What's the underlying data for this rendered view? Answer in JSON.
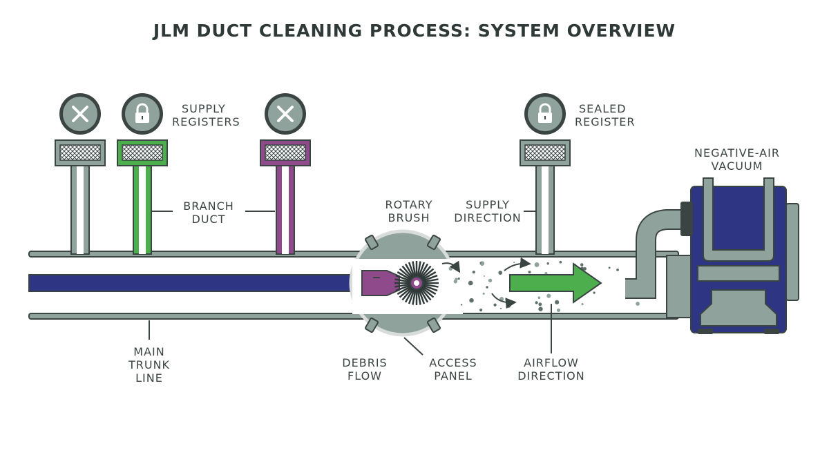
{
  "title": "JLM DUCT CLEANING PROCESS: SYSTEM OVERVIEW",
  "labels": {
    "supply_registers": [
      "SUPPLY",
      "REGISTERS"
    ],
    "sealed_register": [
      "SEALED",
      "REGISTER"
    ],
    "negative_air_vacuum": [
      "NEGATIVE-AIR",
      "VACUUM"
    ],
    "branch_duct": [
      "BRANCH",
      "DUCT"
    ],
    "rotary_brush": [
      "ROTARY",
      "BRUSH"
    ],
    "supply_direction": [
      "SUPPLY",
      "DIRECTION"
    ],
    "main_trunk_line": [
      "MAIN",
      "TRUNK",
      "LINE"
    ],
    "debris_flow": [
      "DEBRIS",
      "FLOW"
    ],
    "access_panel": [
      "ACCESS",
      "PANEL"
    ],
    "airflow_direction": [
      "AIRFLOW",
      "DIRECTION"
    ]
  },
  "icons": {
    "register_1": "x-circle-icon",
    "register_2": "lock-circle-icon",
    "register_3": "x-circle-icon",
    "register_4": "lock-circle-icon"
  },
  "colors": {
    "duct_gray": "#8fa29b",
    "outline": "#3a4442",
    "navy": "#2e3583",
    "green": "#4cae4c",
    "purple": "#8e4a8a"
  }
}
